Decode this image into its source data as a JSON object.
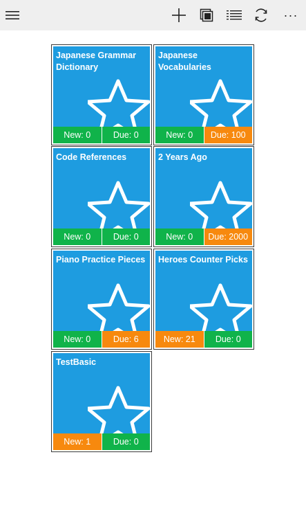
{
  "toolbar": {
    "menu_icon": "hamburger-icon",
    "add_icon": "plus-icon",
    "import_icon": "copy-icon",
    "list_icon": "list-icon",
    "sync_icon": "sync-icon",
    "more_label": "···"
  },
  "colors": {
    "tile": "#1e9ce0",
    "green": "#10b34a",
    "orange": "#f7890e",
    "topbar": "#efefef"
  },
  "decks": [
    {
      "title": "Japanese Grammar\nDictionary",
      "new_label": "New: 0",
      "due_label": "Due: 0",
      "new_color": "green",
      "due_color": "green"
    },
    {
      "title": "Japanese\nVocabularies",
      "new_label": "New: 0",
      "due_label": "Due: 100",
      "new_color": "green",
      "due_color": "orange"
    },
    {
      "title": "Code References",
      "new_label": "New: 0",
      "due_label": "Due: 0",
      "new_color": "green",
      "due_color": "green"
    },
    {
      "title": "2 Years Ago",
      "new_label": "New: 0",
      "due_label": "Due: 2000",
      "new_color": "green",
      "due_color": "orange"
    },
    {
      "title": "Piano Practice Pieces",
      "new_label": "New: 0",
      "due_label": "Due: 6",
      "new_color": "green",
      "due_color": "orange"
    },
    {
      "title": "Heroes Counter Picks",
      "new_label": "New: 21",
      "due_label": "Due: 0",
      "new_color": "orange",
      "due_color": "green"
    },
    {
      "title": "TestBasic",
      "new_label": "New: 1",
      "due_label": "Due: 0",
      "new_color": "orange",
      "due_color": "green"
    }
  ]
}
